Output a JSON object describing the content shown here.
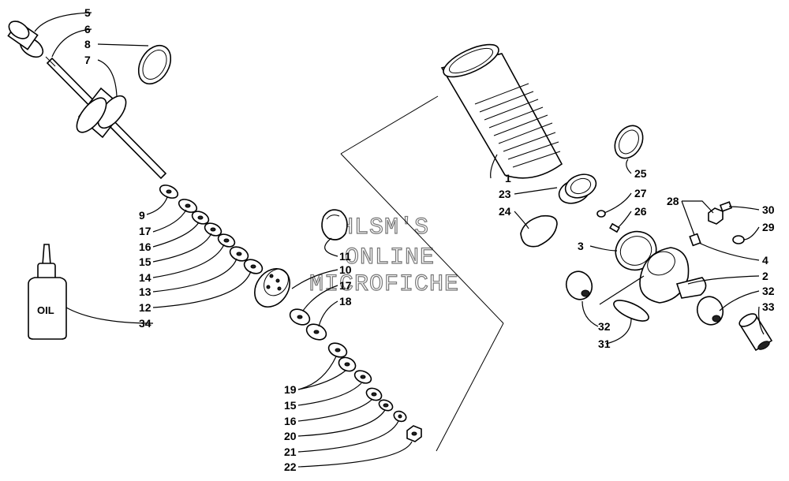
{
  "watermark": {
    "line1": "HLSM'S",
    "line2": "ONLINE",
    "line3": "MICROFICHE"
  },
  "bottle_label": "OIL",
  "callouts": [
    {
      "id": "c5",
      "text": "5"
    },
    {
      "id": "c6",
      "text": "6"
    },
    {
      "id": "c8",
      "text": "8"
    },
    {
      "id": "c7",
      "text": "7"
    },
    {
      "id": "c9",
      "text": "9"
    },
    {
      "id": "c17a",
      "text": "17"
    },
    {
      "id": "c16a",
      "text": "16"
    },
    {
      "id": "c15a",
      "text": "15"
    },
    {
      "id": "c14",
      "text": "14"
    },
    {
      "id": "c13",
      "text": "13"
    },
    {
      "id": "c12",
      "text": "12"
    },
    {
      "id": "c34",
      "text": "34"
    },
    {
      "id": "c11",
      "text": "11"
    },
    {
      "id": "c10",
      "text": "10"
    },
    {
      "id": "c17b",
      "text": "17"
    },
    {
      "id": "c18",
      "text": "18"
    },
    {
      "id": "c19",
      "text": "19"
    },
    {
      "id": "c15b",
      "text": "15"
    },
    {
      "id": "c16b",
      "text": "16"
    },
    {
      "id": "c20",
      "text": "20"
    },
    {
      "id": "c21",
      "text": "21"
    },
    {
      "id": "c22",
      "text": "22"
    },
    {
      "id": "c1",
      "text": "1"
    },
    {
      "id": "c23",
      "text": "23"
    },
    {
      "id": "c24",
      "text": "24"
    },
    {
      "id": "c25",
      "text": "25"
    },
    {
      "id": "c27",
      "text": "27"
    },
    {
      "id": "c26",
      "text": "26"
    },
    {
      "id": "c28",
      "text": "28"
    },
    {
      "id": "c30",
      "text": "30"
    },
    {
      "id": "c29",
      "text": "29"
    },
    {
      "id": "c3",
      "text": "3"
    },
    {
      "id": "c4",
      "text": "4"
    },
    {
      "id": "c2",
      "text": "2"
    },
    {
      "id": "c32a",
      "text": "32"
    },
    {
      "id": "c33",
      "text": "33"
    },
    {
      "id": "c32b",
      "text": "32"
    },
    {
      "id": "c31",
      "text": "31"
    }
  ]
}
